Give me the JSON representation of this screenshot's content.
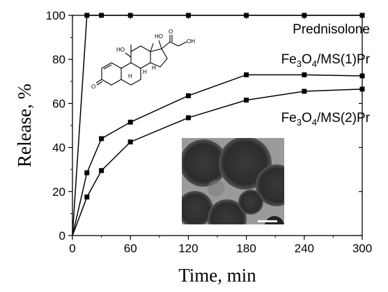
{
  "chart_data": {
    "type": "line",
    "xlabel": "Time, min",
    "ylabel": "Release, %",
    "xlim": [
      0,
      300
    ],
    "ylim": [
      0,
      100
    ],
    "x_ticks": [
      0,
      60,
      120,
      180,
      240,
      300
    ],
    "y_ticks": [
      0,
      20,
      40,
      60,
      80,
      100
    ],
    "grid": false,
    "series": [
      {
        "name": "Prednisolone",
        "marker": "square",
        "x": [
          0,
          15,
          30,
          60,
          120,
          180,
          240,
          300
        ],
        "y": [
          0,
          100,
          100,
          100,
          100,
          100,
          100,
          100
        ]
      },
      {
        "name": "Fe3O4/MS(1)Pr",
        "marker": "square",
        "x": [
          0,
          15,
          30,
          60,
          120,
          180,
          240,
          300
        ],
        "y": [
          0,
          28.5,
          44,
          51.5,
          63.5,
          73,
          73,
          72.5
        ]
      },
      {
        "name": "Fe3O4/MS(2)Pr",
        "marker": "square",
        "x": [
          0,
          15,
          30,
          60,
          120,
          180,
          240,
          300
        ],
        "y": [
          0,
          17.5,
          29.5,
          42.5,
          53.5,
          61.5,
          65.5,
          66.5
        ]
      }
    ],
    "labels": {
      "prednisolone": "Prednisolone",
      "ms1": {
        "pre": "Fe",
        "s1": "3",
        "mid": "O",
        "s2": "4",
        "post": "/MS(1)Pr"
      },
      "ms2": {
        "pre": "Fe",
        "s1": "3",
        "mid": "O",
        "s2": "4",
        "post": "/MS(2)Pr"
      }
    },
    "annotations": {
      "molecule": {
        "atoms": [
          "HO",
          "HO",
          "O",
          "OH",
          "H",
          "H",
          "H",
          "O"
        ]
      },
      "micrograph": {
        "description_icon": "tem-micrograph-image"
      }
    }
  }
}
